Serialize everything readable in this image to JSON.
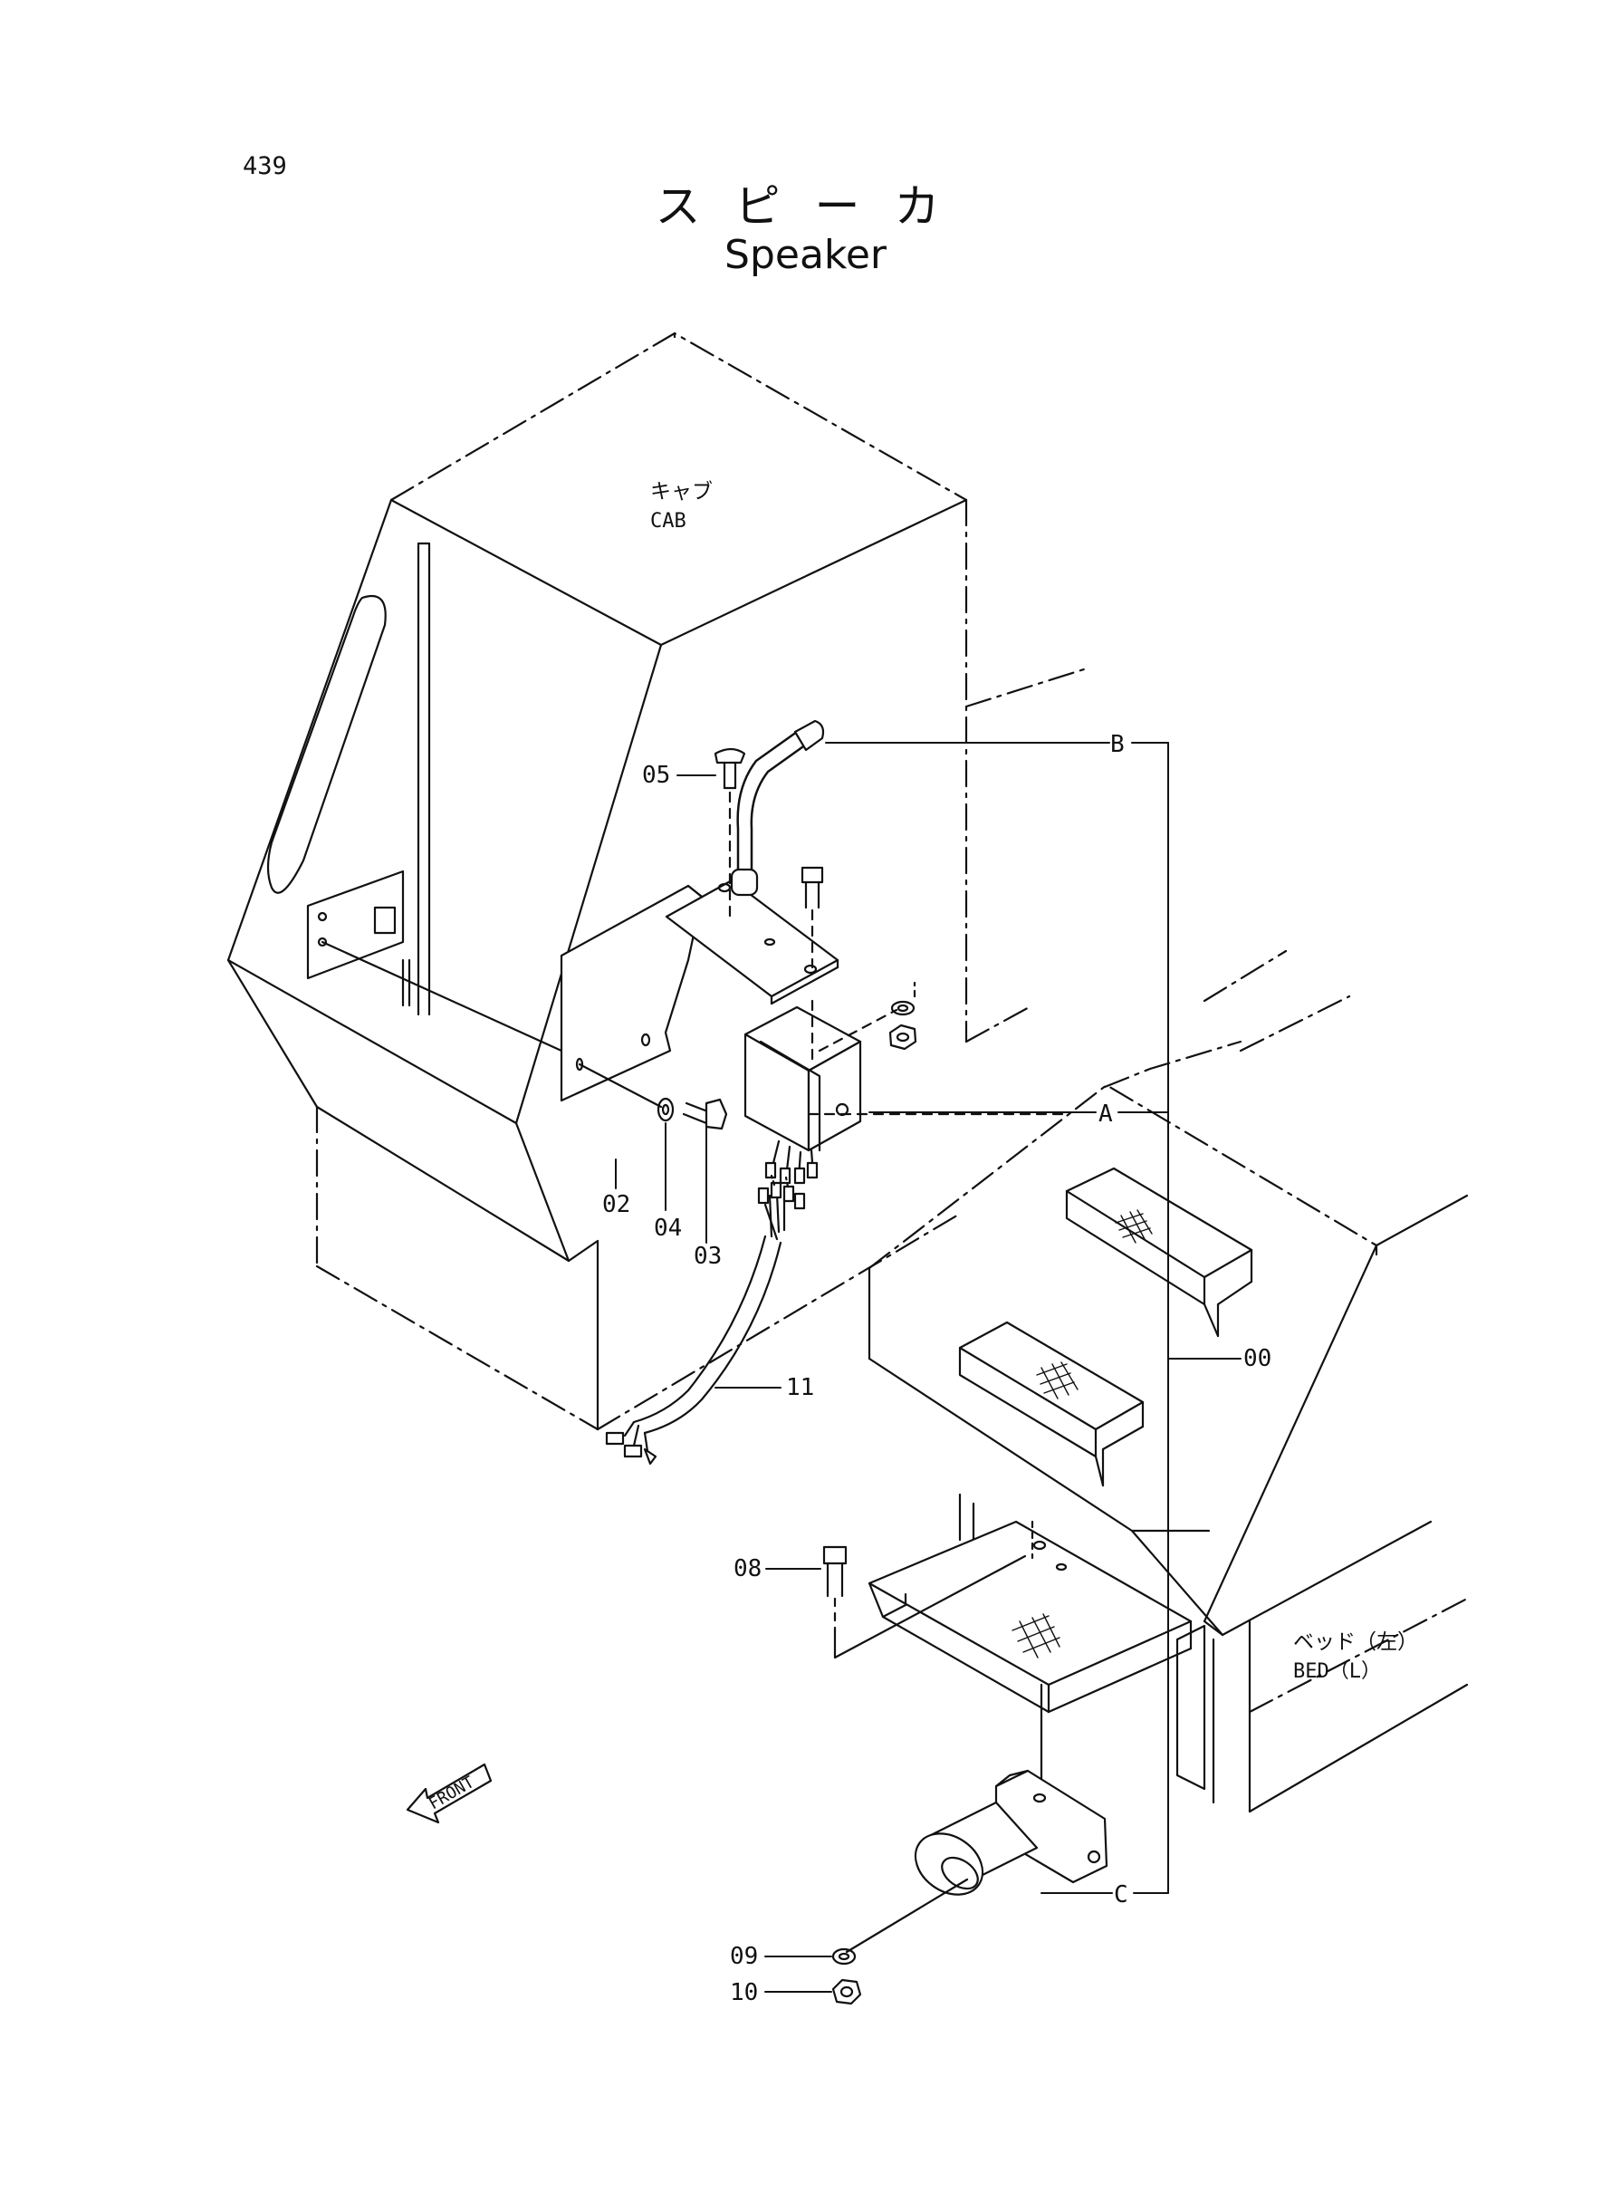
{
  "page_number": "439",
  "title_jp": "スピーカ",
  "title_en": "Speaker",
  "labels": {
    "cab_jp": "キャブ",
    "cab_en": "CAB",
    "bed_jp": "ベッド（左）",
    "bed_en": "BED（L）",
    "front": "FRONT"
  },
  "callouts": {
    "A": "A",
    "B": "B",
    "C": "C"
  },
  "parts": [
    "00",
    "02",
    "03",
    "04",
    "05",
    "08",
    "09",
    "10",
    "11"
  ]
}
